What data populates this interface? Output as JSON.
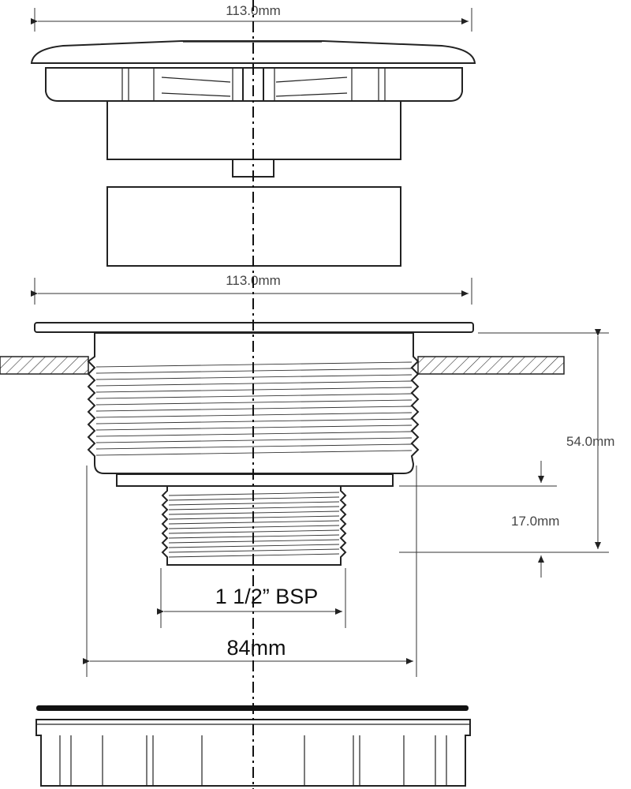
{
  "dimensions": {
    "cap_width": "113.0mm",
    "flange_width": "113.0mm",
    "body_height": "54.0mm",
    "thread_length": "17.0mm",
    "thread_size": "1 1/2” BSP",
    "body_diameter": "84mm"
  }
}
